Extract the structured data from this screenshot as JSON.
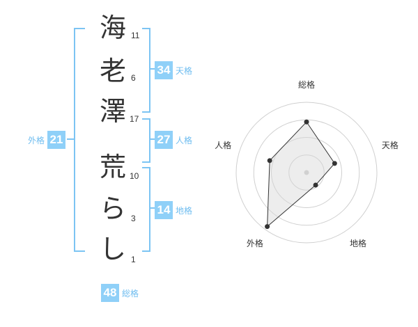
{
  "name": {
    "characters": [
      {
        "char": "海",
        "strokes": "11"
      },
      {
        "char": "老",
        "strokes": "6"
      },
      {
        "char": "澤",
        "strokes": "17"
      },
      {
        "char": "荒",
        "strokes": "10"
      },
      {
        "char": "ら",
        "strokes": "3"
      },
      {
        "char": "し",
        "strokes": "1"
      }
    ]
  },
  "fortune": {
    "tenkaku": {
      "label": "天格",
      "value": "34"
    },
    "jinkaku": {
      "label": "人格",
      "value": "27"
    },
    "chikaku": {
      "label": "地格",
      "value": "14"
    },
    "gaikaku": {
      "label": "外格",
      "value": "21"
    },
    "soukaku": {
      "label": "総格",
      "value": "48"
    }
  },
  "colors": {
    "accent": "#8fd0f8",
    "bracket": "#7cc4f3",
    "label": "#6fbdf0"
  },
  "chart_data": {
    "type": "radar",
    "axes": [
      "総格",
      "天格",
      "地格",
      "外格",
      "人格"
    ],
    "values": [
      0.72,
      0.42,
      0.22,
      0.95,
      0.55
    ],
    "rings": 4,
    "max": 1.0
  }
}
